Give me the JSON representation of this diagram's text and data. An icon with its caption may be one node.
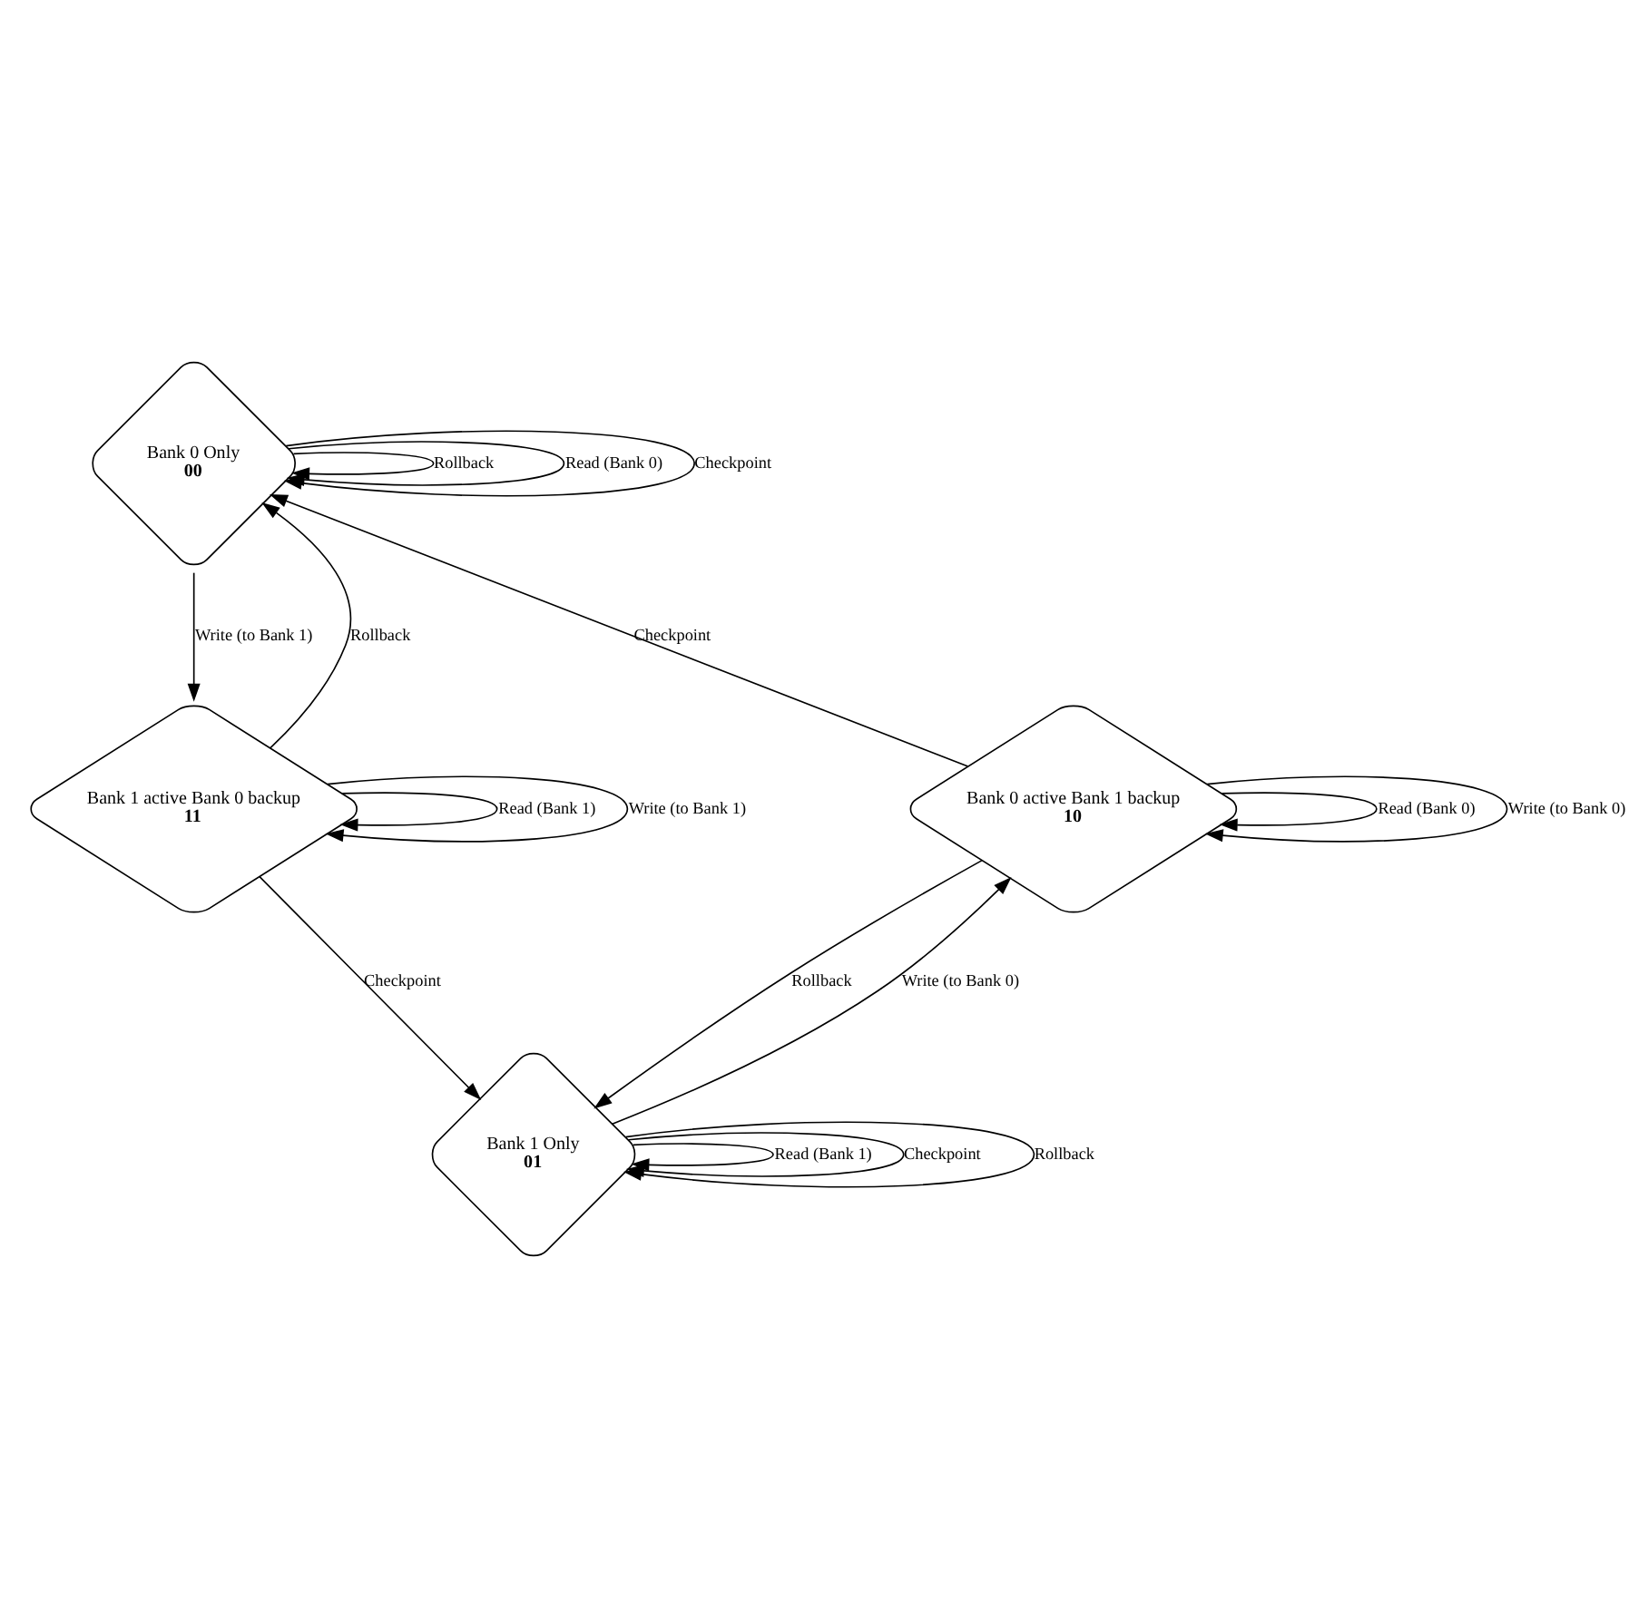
{
  "diagram": {
    "nodes": [
      {
        "text": [
          "Bank 0 Only",
          "00"
        ]
      },
      {
        "text": [
          "Bank 1 active Bank 0 backup",
          "11"
        ]
      },
      {
        "text": [
          "Bank 0 active Bank 1 backup",
          "10"
        ]
      },
      {
        "text": [
          "Bank 1 Only",
          "01"
        ]
      }
    ],
    "edges": [
      {
        "from": 0,
        "to": 0,
        "arrow": "to",
        "label": "Rollback"
      },
      {
        "from": 0,
        "to": 0,
        "arrow": "to",
        "label": "Read (Bank 0)"
      },
      {
        "from": 0,
        "to": 0,
        "arrow": "to",
        "label": "Checkpoint"
      },
      {
        "from": 0,
        "to": 1,
        "arrow": "to",
        "label": "Write (to Bank 1)"
      },
      {
        "from": 1,
        "to": 0,
        "arrow": "to",
        "label": "Rollback"
      },
      {
        "from": 2,
        "to": 0,
        "arrow": "to",
        "label": "Checkpoint"
      },
      {
        "from": 2,
        "to": 2,
        "arrow": "to",
        "label": "Read (Bank 0)"
      },
      {
        "from": 1,
        "to": 1,
        "arrow": "to",
        "label": "Read (Bank 1)"
      },
      {
        "from": 1,
        "to": 1,
        "arrow": "to",
        "label": "Write (to Bank 1)"
      },
      {
        "from": 2,
        "to": 2,
        "arrow": "to",
        "label": "Write (to Bank 0)"
      },
      {
        "from": 1,
        "to": 3,
        "arrow": "to",
        "label": "Checkpoint"
      },
      {
        "from": 2,
        "to": 3,
        "arrow": "to",
        "label": "Rollback"
      },
      {
        "from": 3,
        "to": 2,
        "arrow": "to",
        "label": "Write (to Bank 0)"
      },
      {
        "from": 3,
        "to": 3,
        "arrow": "to",
        "label": "Read (Bank 1)"
      },
      {
        "from": 3,
        "to": 3,
        "arrow": "to",
        "label": "Checkpoint"
      },
      {
        "from": 3,
        "to": 3,
        "arrow": "to",
        "label": "Rollback"
      }
    ]
  }
}
